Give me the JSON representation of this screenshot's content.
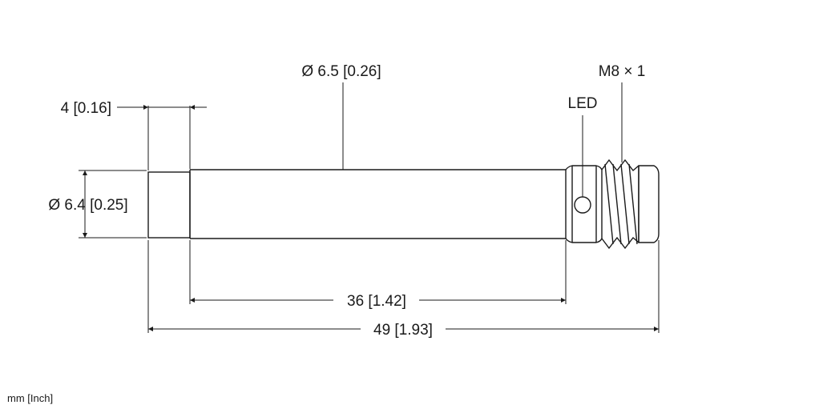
{
  "drawing": {
    "body_diameter": "Ø 6.5 [0.26]",
    "thread": "M8 × 1",
    "led": "LED",
    "front_length": "4 [0.16]",
    "front_diameter": "Ø 6.4 [0.25]",
    "body_length": "36 [1.42]",
    "total_length": "49 [1.93]",
    "units": "mm [Inch]"
  }
}
